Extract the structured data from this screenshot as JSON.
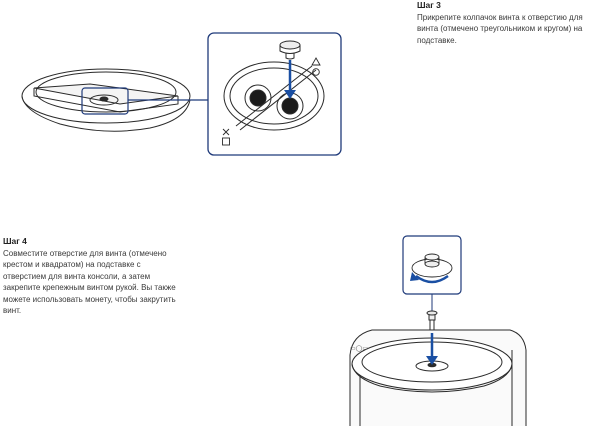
{
  "steps": [
    {
      "title": "Шаг 3",
      "lines": [
        "Прикрепите колпачок винта к отверстию для",
        "винта (отмечено треугольником и кругом) на",
        "подставке."
      ]
    },
    {
      "title": "Шаг 4",
      "lines": [
        "Совместите отверстие для винта (отмечено",
        "крестом и квадратом) на подставке с",
        "отверстием для винта консоли, а затем",
        "закрепите крепежным винтом рукой. Вы также",
        "можете использовать монету, чтобы закрутить",
        "винт."
      ]
    }
  ],
  "colors": {
    "accent_blue": "#1a4fa3",
    "line": "#2b2b2b",
    "frame": "#1f3a7a"
  },
  "icons": [
    "triangle-circle-symbol",
    "cross-square-symbol",
    "rotation-arrow-icon",
    "down-arrow-icon"
  ]
}
